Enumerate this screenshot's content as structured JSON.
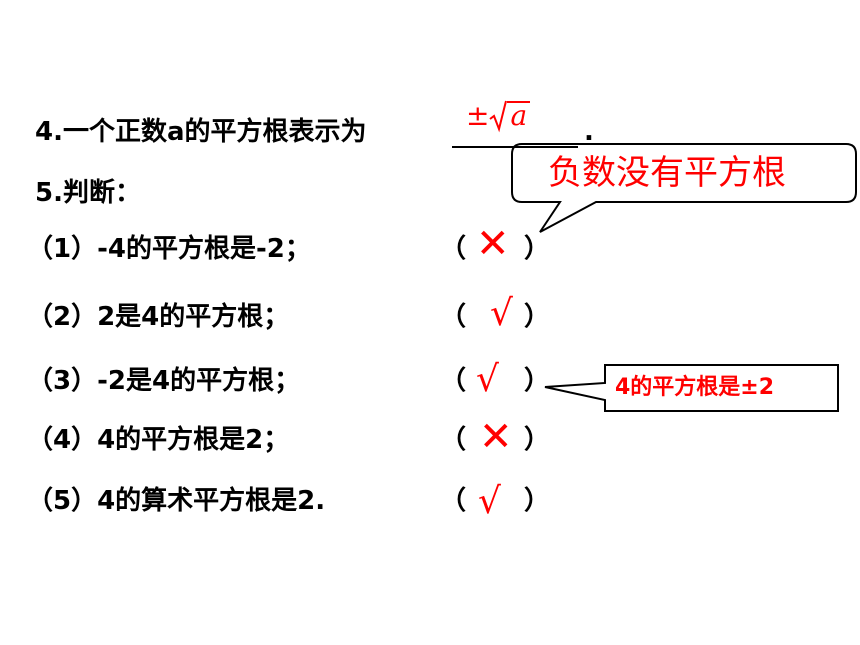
{
  "q4": {
    "text": "4.一个正数a的平方根表示为",
    "answer_sign": "±",
    "answer_var": "a",
    "period": "."
  },
  "q5": {
    "label": "5.判断：",
    "items": [
      {
        "text": "（1）-4的平方根是-2；",
        "mark": "✕",
        "open": "（",
        "close": "）"
      },
      {
        "text": "（2）2是4的平方根；",
        "mark": "√",
        "open": "（",
        "close": "）"
      },
      {
        "text": "（3）-2是4的平方根；",
        "mark": "√",
        "open": "（",
        "close": "）"
      },
      {
        "text": "（4）4的平方根是2；",
        "mark": "✕",
        "open": "（",
        "close": "）"
      },
      {
        "text": "（5）4的算术平方根是2.",
        "mark": "√",
        "open": "（",
        "close": "）"
      }
    ]
  },
  "callouts": {
    "negative": "负数没有平方根",
    "four": "4的平方根是±2"
  },
  "colors": {
    "accent": "#ff0000",
    "text": "#000000"
  }
}
